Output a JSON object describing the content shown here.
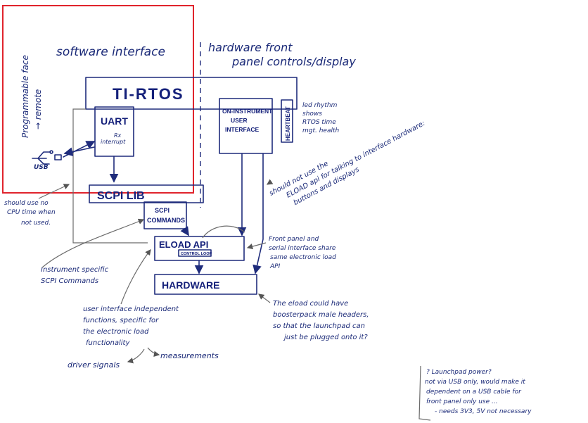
{
  "colors": {
    "ink": "#1f2c7c",
    "highlight": "#e0242c",
    "paper": "#ffffff",
    "pencil": "#6b6b6b"
  },
  "regions": {
    "software_interface": "software interface",
    "hardware_line1": "hardware front",
    "hardware_line2": "panel controls/display",
    "programmable": "Programmable face",
    "remote": "→ remote"
  },
  "blocks": {
    "tirtos": "TI-RTOS",
    "uart": "UART",
    "rx_interrupt_1": "Rx",
    "rx_interrupt_2": "interrupt",
    "ui_1": "ON-INSTRUMENT",
    "ui_2": "USER",
    "ui_3": "INTERFACE",
    "heartbeat": "HEARTBEAT",
    "scpi_lib": "SCPI LIB",
    "scpi_cmd_1": "SCPI",
    "scpi_cmd_2": "COMMANDS",
    "eload_api": "ELOAD API",
    "control_loop": "CONTROL LOOP",
    "hardware": "HARDWARE",
    "usb": "USB"
  },
  "notes": {
    "led_1": "led rhythm",
    "led_2": "shows",
    "led_3": "RTOS time",
    "led_4": "mgt. health",
    "cpu_1": "should use no",
    "cpu_2": "CPU time when",
    "cpu_3": "not used.",
    "shouldnot_1": "should not use the",
    "shouldnot_2": "ELOAD api for talking to interface hardware:",
    "shouldnot_3": "buttons and displays",
    "front_1": "Front panel and",
    "front_2": "serial interface share",
    "front_3": "same electronic load",
    "front_4": "API",
    "instr_1": "Instrument specific",
    "instr_2": "SCPI Commands",
    "ui_indep_1": "user interface independent",
    "ui_indep_2": "functions, specific for",
    "ui_indep_3": "the electronic load",
    "ui_indep_4": "functionality",
    "driver": "driver signals",
    "measure": "measurements",
    "booster_1": "The eload could have",
    "booster_2": "boosterpack male headers,",
    "booster_3": "so that the launchpad can",
    "booster_4": "just be plugged onto it?",
    "power_1": "? Launchpad power?",
    "power_2": "not via USB only, would make it",
    "power_3": "dependent on a USB cable for",
    "power_4": "front panel only use ...",
    "power_5": "- needs 3V3, 5V not necessary"
  }
}
